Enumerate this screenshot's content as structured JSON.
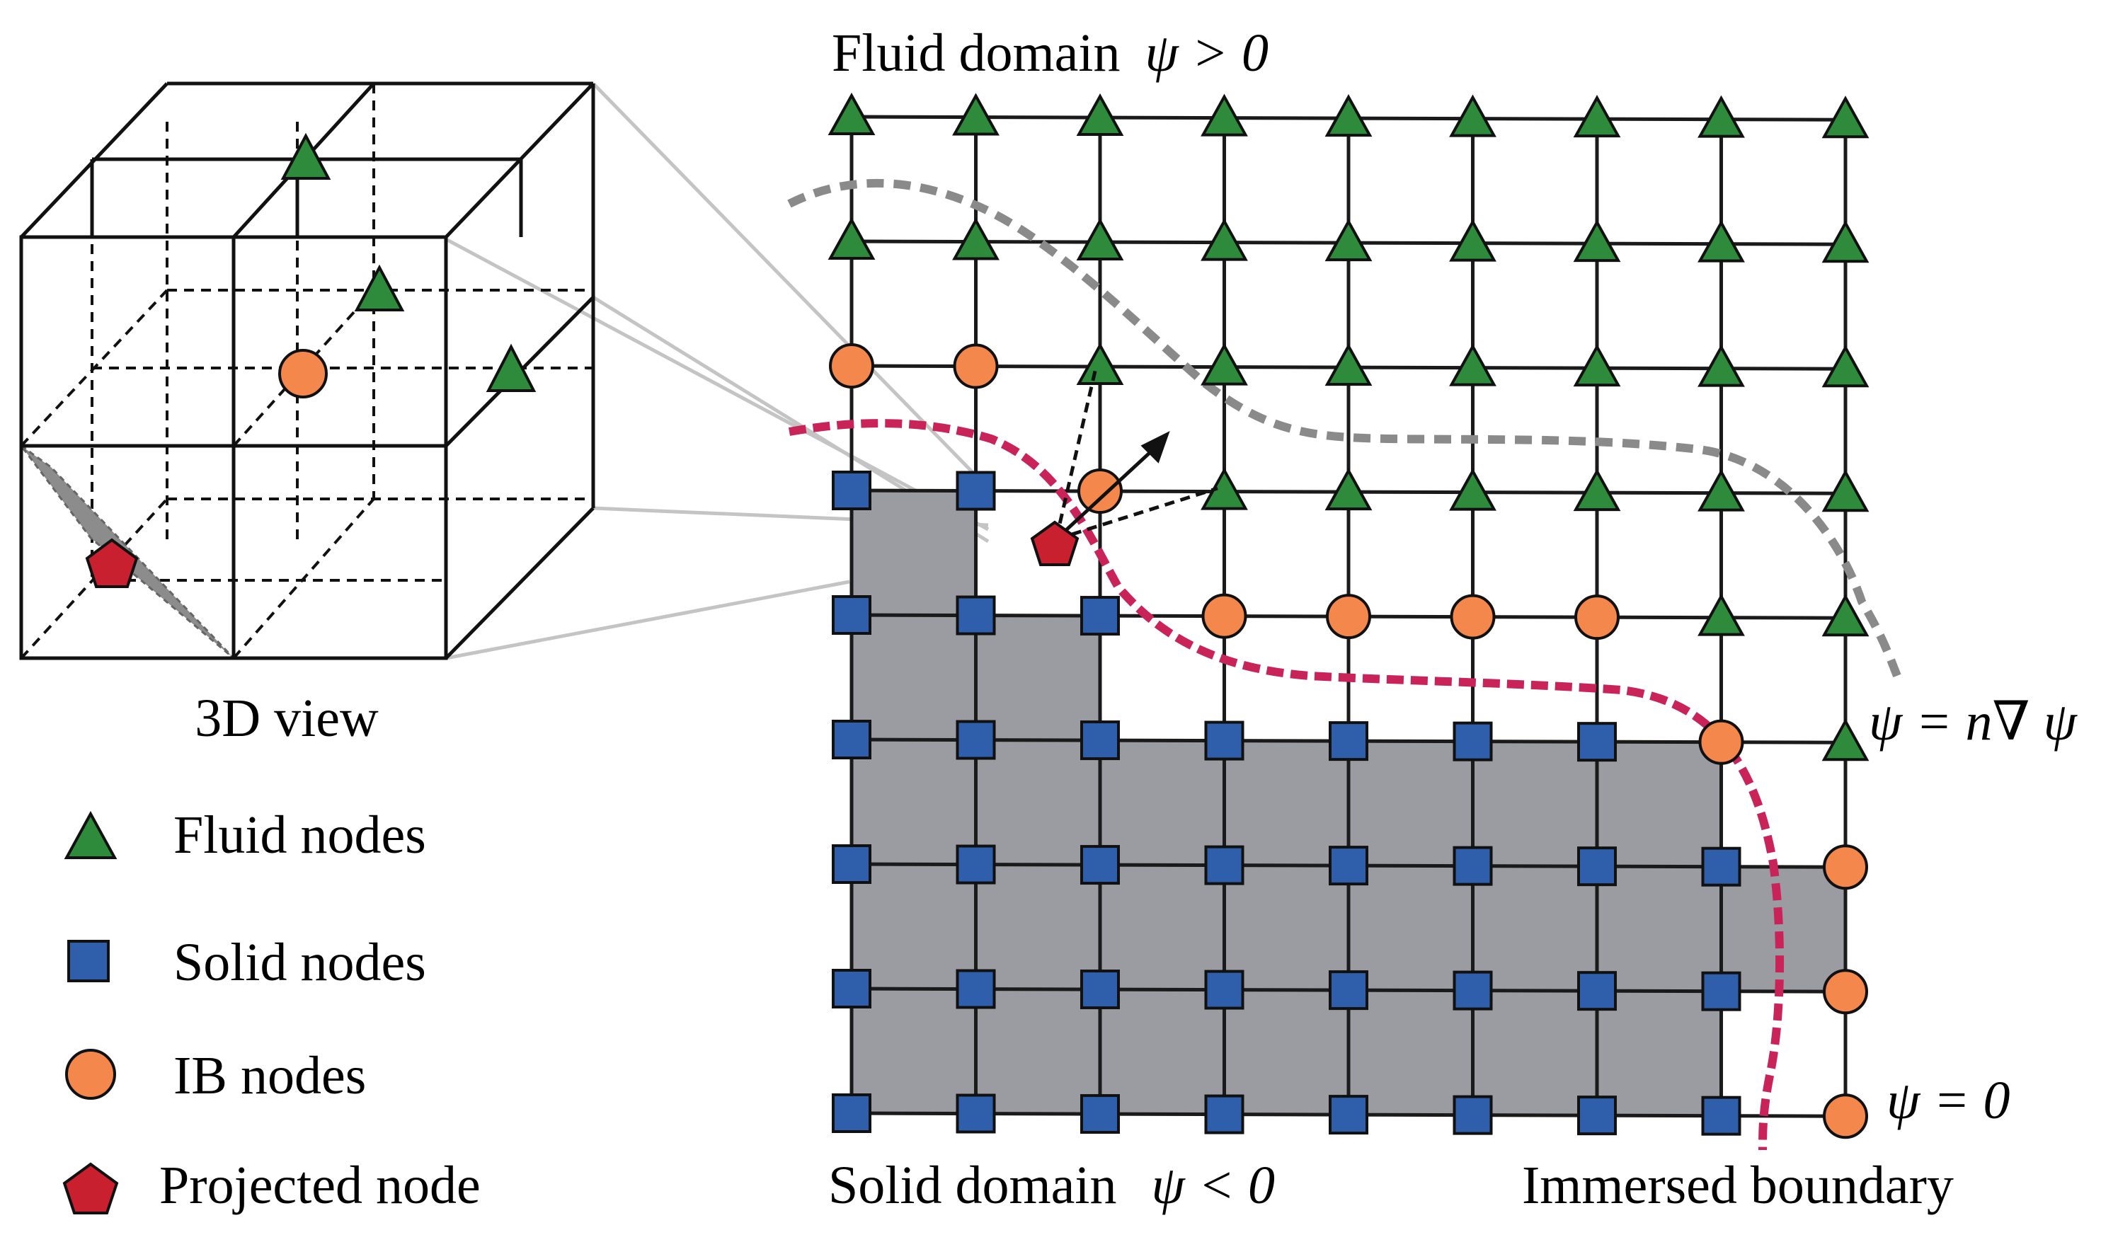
{
  "labels": {
    "fluid_domain": "Fluid domain",
    "fluid_domain_eq": "ψ > 0",
    "solid_domain": "Solid domain",
    "solid_domain_eq": "ψ < 0",
    "view_3d": "3D view",
    "immersed_boundary": "Immersed boundary",
    "bc_neumann": "ψ = n∇ ψ",
    "bc_zero": "ψ = 0"
  },
  "legend": {
    "fluid": "Fluid nodes",
    "solid": "Solid nodes",
    "ib": "IB nodes",
    "projected": "Projected node"
  },
  "colors": {
    "fluid": "#2e8b3c",
    "solid": "#2f5faa",
    "ib": "#f4874b",
    "projected": "#c8202e",
    "solid_region": "#9a9ca1",
    "immersed_boundary": "#c9245a",
    "level_curve": "#8a8a8a",
    "grid": "#1a1a1a"
  },
  "grid": {
    "columns": 9,
    "rows": 9,
    "node_types": [
      "FFFFFFFFF",
      "FFFFFFFFF",
      "IIFFFFFFF",
      "SSIFFFFFF",
      "SSSIIIIFF",
      "SSSSSSSIF",
      "SSSSSSSSI",
      "SSSSSSSSI",
      "SSSSSSSSI"
    ]
  }
}
